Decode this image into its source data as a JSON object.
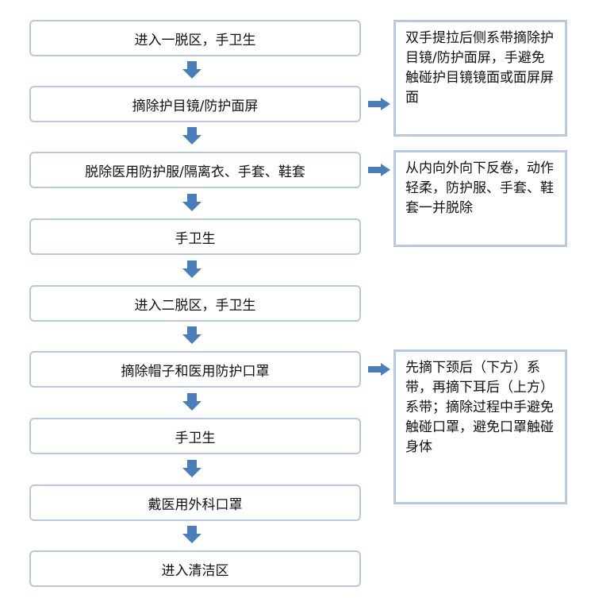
{
  "colors": {
    "box_border": "#b7c8e0",
    "arrow": "#4a7ebb",
    "text": "#111111"
  },
  "steps": [
    {
      "label": "进入一脱区，手卫生"
    },
    {
      "label": "摘除护目镜/防护面屏"
    },
    {
      "label": "脱除医用防护服/隔离衣、手套、鞋套"
    },
    {
      "label": "手卫生"
    },
    {
      "label": "进入二脱区，手卫生"
    },
    {
      "label": "摘除帽子和医用防护口罩"
    },
    {
      "label": "手卫生"
    },
    {
      "label": "戴医用外科口罩"
    },
    {
      "label": "进入清洁区"
    }
  ],
  "notes": [
    {
      "text": "双手提拉后侧系带摘除护目镜/防护面屏，手避免触碰护目镜镜面或面屏屏面",
      "target_step": 1
    },
    {
      "text": "从内向外向下反卷，动作轻柔，防护服、手套、鞋套一并脱除",
      "target_step": 2
    },
    {
      "text": "先摘下颈后（下方）系带，再摘下耳后（上方）系带；摘除过程中手避免触碰口罩，避免口罩触碰身体",
      "target_step": 5
    }
  ]
}
